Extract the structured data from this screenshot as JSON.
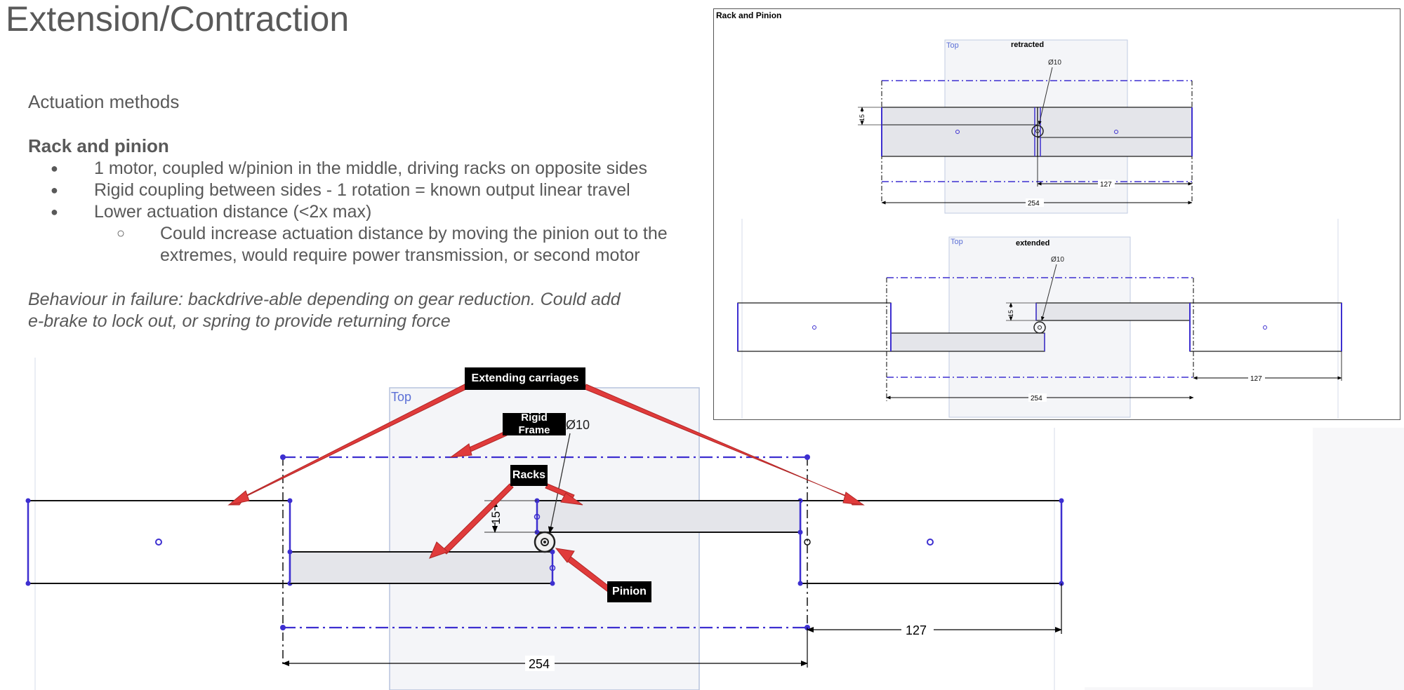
{
  "slide": {
    "title": "Extension/Contraction",
    "subheading": "Actuation methods",
    "section_heading": "Rack and pinion",
    "bullets": [
      "1 motor, coupled w/pinion in the middle, driving racks on opposite sides",
      "Rigid coupling between sides - 1 rotation = known output linear travel",
      "Lower actuation distance (<2x max)"
    ],
    "sub_bullet_line1": "Could increase actuation distance by moving the pinion out to the",
    "sub_bullet_line2": "extremes, would require power transmission, or second motor",
    "note_line1": "Behaviour in failure: backdrive-able depending on gear reduction. Could add",
    "note_line2": "e-brake to lock out, or spring to provide returning force"
  },
  "main_diagram": {
    "view_label": "Top",
    "dim_width": "254",
    "dim_extension": "127",
    "dim_diameter": "Ø10",
    "dim_height": "15",
    "callouts": {
      "extending_carriages": "Extending carriages",
      "rigid_frame_line1": "Rigid",
      "rigid_frame_line2": "Frame",
      "racks": "Racks",
      "pinion": "Pinion"
    },
    "colors": {
      "arrow": "#e03b3b",
      "sketch": "#3d2fd0",
      "panel": "#f1f2f6"
    }
  },
  "inset": {
    "title": "Rack and Pinion",
    "retracted": {
      "view_label": "Top",
      "state_label": "retracted",
      "dim_diameter": "Ø10",
      "dim_height": "15",
      "dim_extension": "127",
      "dim_width": "254"
    },
    "extended": {
      "view_label": "Top",
      "state_label": "extended",
      "dim_diameter": "Ø10",
      "dim_height": "15",
      "dim_extension": "127",
      "dim_width": "254"
    }
  }
}
